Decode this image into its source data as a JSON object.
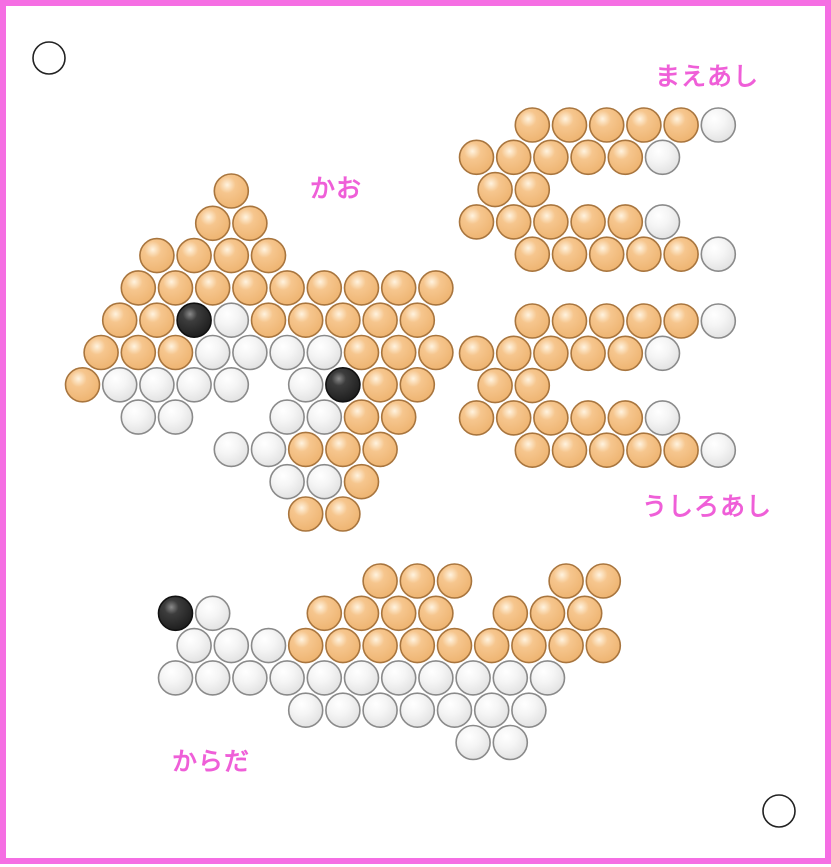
{
  "colors": {
    "frame": "#f56ee3",
    "label": "#ef5fd8",
    "bead_tan": "#f2c086",
    "bead_tan_edge": "#a8753e",
    "bead_white": "#f4f4f4",
    "bead_white_edge": "#8a8a8a",
    "bead_black": "#3a3a3a",
    "bead_black_edge": "#111111"
  },
  "labels": {
    "face": "かお",
    "front_legs": "まえあし",
    "back_legs": "うしろあし",
    "body": "からだ"
  },
  "corner_markers": [
    "circle-marker-top-left",
    "circle-marker-bottom-right"
  ],
  "bead_legend": {
    "t": "tan",
    "w": "white",
    "b": "black"
  },
  "parts": {
    "face": [
      [
        {
          "col": 4,
          "beads": "t"
        }
      ],
      [
        {
          "col": 3,
          "beads": "tt"
        }
      ],
      [
        {
          "col": 2,
          "beads": "tttt"
        }
      ],
      [
        {
          "col": 1,
          "beads": "ttttttttt"
        }
      ],
      [
        {
          "col": 1,
          "beads": "ttbwttttt"
        }
      ],
      [
        {
          "col": 0,
          "beads": "tttwwwwttt"
        }
      ],
      [
        {
          "col": 0,
          "beads": "twwww"
        },
        {
          "col": 6,
          "beads": "wbtt"
        }
      ],
      [
        {
          "col": 1,
          "beads": "ww"
        },
        {
          "col": 5,
          "beads": "wwtt"
        }
      ],
      [
        {
          "col": 4,
          "beads": "wwttt"
        }
      ],
      [
        {
          "col": 5,
          "beads": "wwt"
        }
      ],
      [
        {
          "col": 6,
          "beads": "tt"
        }
      ]
    ],
    "front_legs": [
      [
        {
          "col": 1,
          "beads": "tttttw"
        }
      ],
      [
        {
          "col": 0,
          "beads": "tttttw"
        }
      ],
      [
        {
          "col": 0,
          "beads": "tt"
        }
      ],
      [
        {
          "col": 0,
          "beads": "tttttw"
        }
      ],
      [
        {
          "col": 1,
          "beads": "tttttw"
        }
      ]
    ],
    "back_legs": [
      [
        {
          "col": 1,
          "beads": "tttttw"
        }
      ],
      [
        {
          "col": 0,
          "beads": "tttttw"
        }
      ],
      [
        {
          "col": 0,
          "beads": "tt"
        }
      ],
      [
        {
          "col": 0,
          "beads": "tttttw"
        }
      ],
      [
        {
          "col": 1,
          "beads": "tttttw"
        }
      ]
    ],
    "body": [
      [
        {
          "col": 5,
          "beads": "ttt"
        },
        {
          "col": 10,
          "beads": "tt"
        }
      ],
      [
        {
          "col": 0,
          "beads": "bw"
        },
        {
          "col": 4,
          "beads": "tttt"
        },
        {
          "col": 9,
          "beads": "ttt"
        }
      ],
      [
        {
          "col": 0,
          "beads": "wwwttttttttt"
        }
      ],
      [
        {
          "col": 0,
          "beads": "wwwwwwwwwww"
        }
      ],
      [
        {
          "col": 3,
          "beads": "wwwwwww"
        }
      ],
      [
        {
          "col": 8,
          "beads": "ww"
        }
      ]
    ]
  }
}
